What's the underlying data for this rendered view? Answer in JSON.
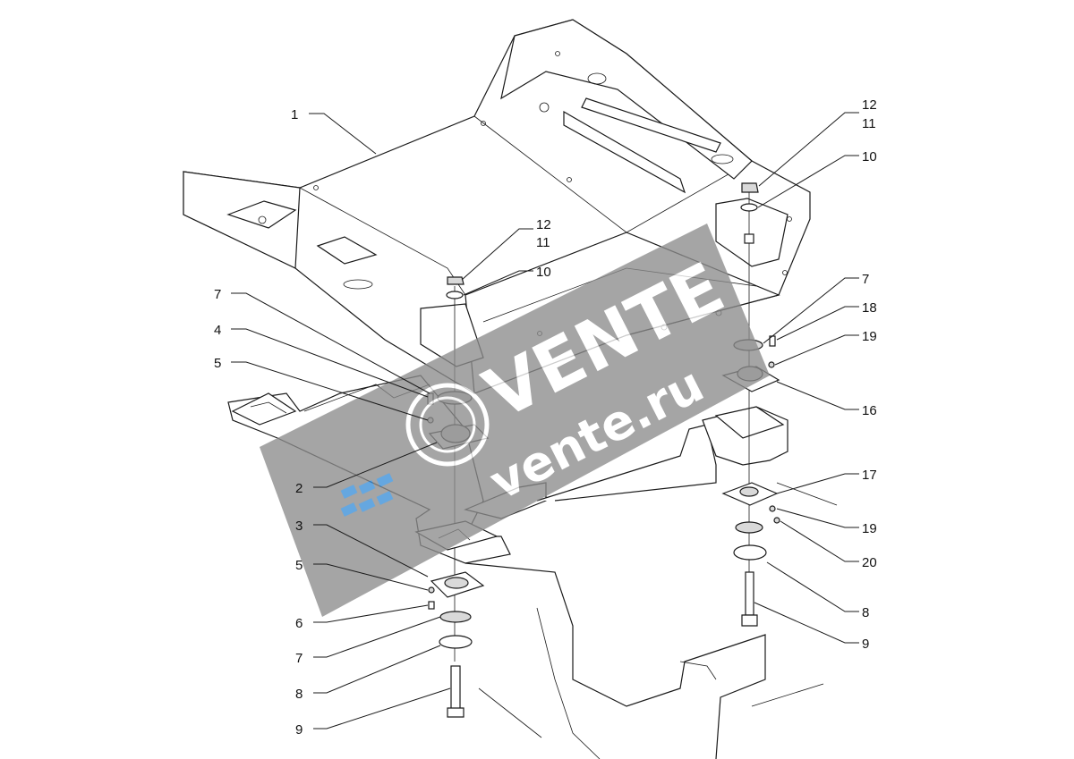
{
  "callouts": {
    "left": [
      {
        "id": "c1",
        "text": "1"
      },
      {
        "id": "c7a",
        "text": "7"
      },
      {
        "id": "c4",
        "text": "4"
      },
      {
        "id": "c5a",
        "text": "5"
      },
      {
        "id": "c2",
        "text": "2"
      },
      {
        "id": "c3",
        "text": "3"
      },
      {
        "id": "c5b",
        "text": "5"
      },
      {
        "id": "c6",
        "text": "6"
      },
      {
        "id": "c7b",
        "text": "7"
      },
      {
        "id": "c8a",
        "text": "8"
      },
      {
        "id": "c9a",
        "text": "9"
      }
    ],
    "center": [
      {
        "id": "c12a",
        "text": "12"
      },
      {
        "id": "c11a",
        "text": "11"
      },
      {
        "id": "c10a",
        "text": "10"
      }
    ],
    "right": [
      {
        "id": "c12b",
        "text": "12"
      },
      {
        "id": "c11b",
        "text": "11"
      },
      {
        "id": "c10b",
        "text": "10"
      },
      {
        "id": "c7c",
        "text": "7"
      },
      {
        "id": "c18",
        "text": "18"
      },
      {
        "id": "c19a",
        "text": "19"
      },
      {
        "id": "c16",
        "text": "16"
      },
      {
        "id": "c17",
        "text": "17"
      },
      {
        "id": "c19b",
        "text": "19"
      },
      {
        "id": "c20",
        "text": "20"
      },
      {
        "id": "c8b",
        "text": "8"
      },
      {
        "id": "c9b",
        "text": "9"
      }
    ]
  },
  "watermark": {
    "brand": "VENTE",
    "url": "vente.ru"
  },
  "colors": {
    "line": "#1a1a1a",
    "watermark_band": "#8c8c8c",
    "watermark_logo_blue": "#3a8fd8"
  }
}
